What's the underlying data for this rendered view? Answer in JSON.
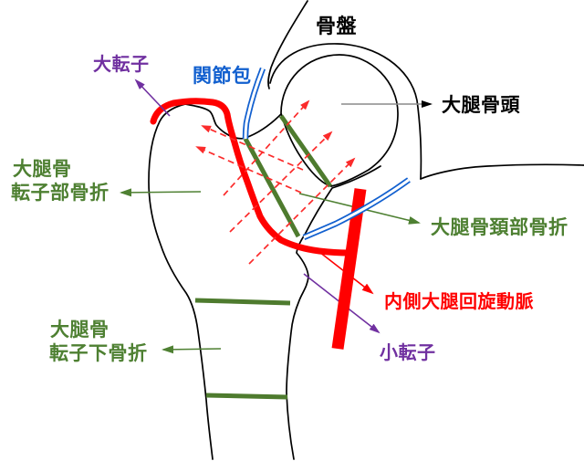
{
  "figure": {
    "description": "Labeled anatomical diagram of the hip joint and proximal femur with fracture sites",
    "background": "#ffffff"
  },
  "labels": {
    "pelvis": {
      "text": "骨盤",
      "color": "#000000"
    },
    "greater_trochanter": {
      "text": "大転子",
      "color": "#7030a0"
    },
    "joint_capsule": {
      "text": "関節包",
      "color": "#1260cf"
    },
    "femoral_head": {
      "text": "大腿骨頭",
      "color": "#000000"
    },
    "intertrochanteric_fracture": {
      "line1": "大腿骨",
      "line2": "転子部骨折",
      "color": "#4e8032"
    },
    "femoral_neck_fracture": {
      "text": "大腿骨頚部骨折",
      "color": "#4e8032"
    },
    "medial_femoral_circumflex_artery": {
      "text": "内側大腿回旋動脈",
      "color": "#ff0000"
    },
    "lesser_trochanter": {
      "text": "小転子",
      "color": "#7030a0"
    },
    "subtrochanteric_fracture": {
      "line1": "大腿骨",
      "line2": "転子下骨折",
      "color": "#4e8032"
    }
  },
  "colors": {
    "bone_outline": "#000000",
    "fracture_green": "#4e7b2e",
    "label_green": "#4e8032",
    "artery_red": "#ff0000",
    "vessel_dashed_red": "#fb2b2b",
    "capsule_blue": "#1260cf",
    "trochanter_purple": "#7030a0",
    "head_arrow_gray": "#8a8a8a",
    "background": "#ffffff"
  }
}
